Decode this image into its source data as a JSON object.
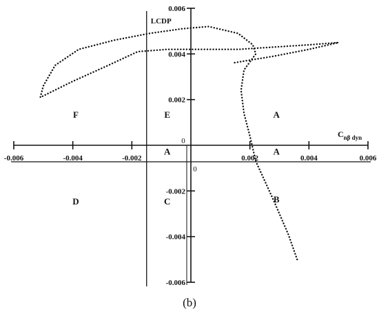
{
  "chart_data": {
    "type": "scatter",
    "caption": "(b)",
    "y_tick_labels": [
      "0.006",
      "0.004",
      "0.002",
      "-0.002",
      "-0.004",
      "-0.006"
    ],
    "y_ticks": [
      0.006,
      0.004,
      0.002,
      -0.002,
      -0.004,
      -0.006
    ],
    "x_tick_labels": [
      "-0.006",
      "-0.004",
      "-0.002",
      "0",
      "0.002",
      "0.004",
      "0.006"
    ],
    "x_ticks": [
      -0.006,
      -0.004,
      -0.002,
      0,
      0.002,
      0.004,
      0.006
    ],
    "origin_label": "0",
    "xlim": [
      -0.006,
      0.006
    ],
    "ylim": [
      -0.006,
      0.006
    ],
    "lcdp_label": "LCDP",
    "lcdp_x": -0.0015,
    "xlabel_main": "C",
    "xlabel_sub": "nβ dyn",
    "regions": [
      {
        "label": "F",
        "x": -0.0039,
        "y": 0.0012
      },
      {
        "label": "E",
        "x": -0.0008,
        "y": 0.0012
      },
      {
        "label": "A",
        "x": 0.0029,
        "y": 0.0012
      },
      {
        "label": "A",
        "x": -0.0008,
        "y": -0.0004
      },
      {
        "label": "A",
        "x": 0.0029,
        "y": -0.0004
      },
      {
        "label": "D",
        "x": -0.0039,
        "y": -0.0026
      },
      {
        "label": "C",
        "x": -0.0008,
        "y": -0.0026
      },
      {
        "label": "B",
        "x": 0.0029,
        "y": -0.0025
      }
    ],
    "series": [
      {
        "style": "dotted",
        "points": [
          [
            0.0036,
            -0.005
          ],
          [
            0.0033,
            -0.0039
          ],
          [
            0.0028,
            -0.0024
          ],
          [
            0.0022,
            -0.0007
          ],
          [
            0.002,
            0.0004
          ],
          [
            0.0018,
            0.0014
          ],
          [
            0.0017,
            0.0024
          ],
          [
            0.0018,
            0.0033
          ],
          [
            0.0022,
            0.004
          ],
          [
            0.0021,
            0.0044
          ],
          [
            0.0016,
            0.0049
          ],
          [
            0.0006,
            0.0052
          ],
          [
            -0.0003,
            0.0051
          ],
          [
            -0.0014,
            0.0049
          ],
          [
            -0.0026,
            0.0046
          ],
          [
            -0.0038,
            0.0042
          ],
          [
            -0.0046,
            0.0035
          ],
          [
            -0.005,
            0.0026
          ],
          [
            -0.0051,
            0.0021
          ],
          [
            -0.004,
            0.0028
          ],
          [
            -0.0028,
            0.0035
          ],
          [
            -0.0018,
            0.0041
          ],
          [
            -0.0008,
            0.0042
          ],
          [
            0.0004,
            0.0042
          ],
          [
            0.0016,
            0.0042
          ],
          [
            0.0028,
            0.0043
          ],
          [
            0.004,
            0.0044
          ],
          [
            0.005,
            0.0045
          ],
          [
            0.004,
            0.0042
          ],
          [
            0.0028,
            0.0039
          ],
          [
            0.0014,
            0.0036
          ]
        ]
      }
    ]
  }
}
